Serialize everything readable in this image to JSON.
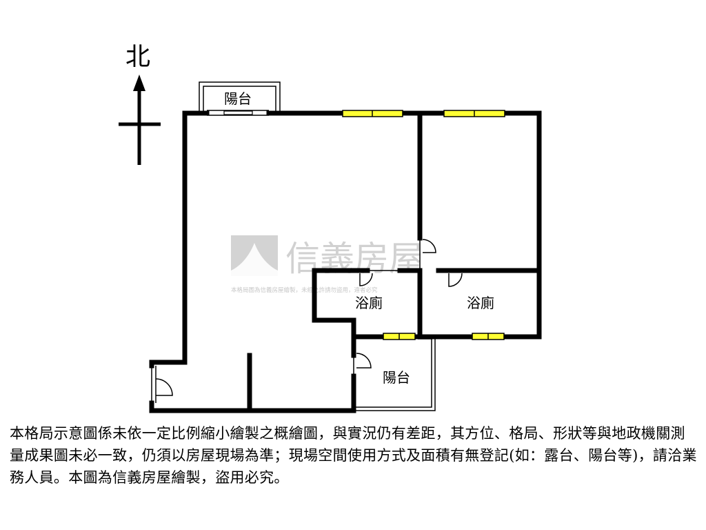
{
  "compass": {
    "north_label": "北"
  },
  "rooms": {
    "balcony_top": "陽台",
    "bathroom_left": "浴廁",
    "bathroom_right": "浴廁",
    "balcony_bottom": "陽台"
  },
  "watermark": {
    "brand": "信義房屋",
    "notice": "本格局圖為信義房屋繪製，未經允許請勿盜用，違者必究"
  },
  "colors": {
    "wall": "#000000",
    "window_fill": "#ffff33",
    "watermark_logo": "#c4c4c4"
  },
  "disclaimer": {
    "text": "本格局示意圖係未依一定比例縮小繪製之概繪圖，與實況仍有差距，其方位、格局、形狀等與地政機關測量成果圖未必一致，仍須以房屋現場為準；現場空間使用方式及面積有無登記(如：露台、陽台等)，請洽業務人員。本圖為信義房屋繪製，盜用必究。"
  }
}
